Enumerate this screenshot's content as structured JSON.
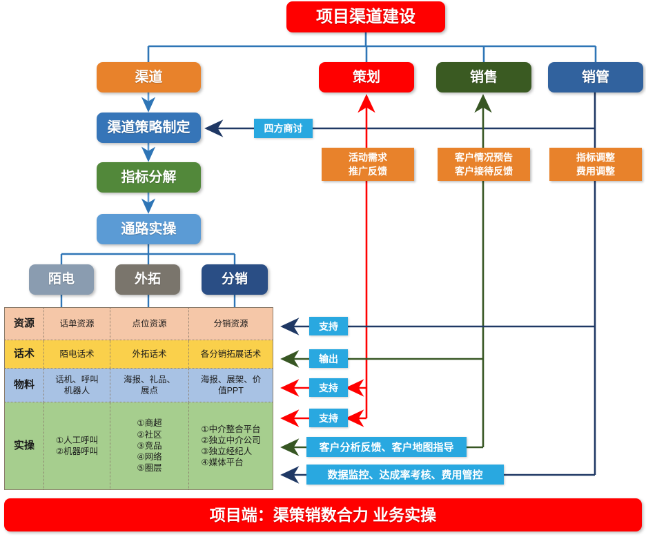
{
  "title": {
    "text": "项目渠道建设"
  },
  "footer": {
    "text": "项目端：渠策销数合力 业务实操"
  },
  "top_nodes": [
    {
      "key": "qudao",
      "label": "渠道",
      "color": "#E8822B"
    },
    {
      "key": "cehua",
      "label": "策划",
      "color": "#FF0000"
    },
    {
      "key": "xiaoshou",
      "label": "销售",
      "color": "#3A5A22"
    },
    {
      "key": "xiaoguan",
      "label": "销管",
      "color": "#31629E"
    }
  ],
  "flow_nodes": [
    {
      "key": "celue",
      "label": "渠道策略制定",
      "color": "#3675B8"
    },
    {
      "key": "zhibiao",
      "label": "指标分解",
      "color": "#52883A"
    },
    {
      "key": "tonglu",
      "label": "通路实操",
      "color": "#5B9BD5"
    }
  ],
  "channel_nodes": [
    {
      "key": "modian",
      "label": "陌电",
      "color": "#8A9CB0"
    },
    {
      "key": "waituo",
      "label": "外拓",
      "color": "#7A756C"
    },
    {
      "key": "fenxiao",
      "label": "分销",
      "color": "#2A4E85"
    }
  ],
  "matrix": {
    "rows": [
      {
        "key": "ziyuan",
        "header": "资源",
        "cells": [
          "话单资源",
          "点位资源",
          "分销资源"
        ],
        "bg": "#F5C7A8"
      },
      {
        "key": "huashu",
        "header": "话术",
        "cells": [
          "陌电话术",
          "外拓话术",
          "各分销拓展话术"
        ],
        "bg": "#FAD04B"
      },
      {
        "key": "wuliao",
        "header": "物料",
        "cells": [
          "话机、呼叫\n机器人",
          "海报、礼品、\n展点",
          "海报、展架、价\n值PPT"
        ],
        "bg": "#A8C2E4"
      },
      {
        "key": "shicao",
        "header": "实操",
        "cells": [
          "①人工呼叫\n②机器呼叫",
          "①商超\n②社区\n③竞品\n④网络\n⑤圈层",
          "①中介整合平台\n②独立中介公司\n③独立经纪人\n④媒体平台"
        ],
        "bg": "#A6CE8E"
      }
    ]
  },
  "callouts": [
    {
      "key": "cehua",
      "text": "活动需求\n推广反馈",
      "color": "#E8822B"
    },
    {
      "key": "xiaoshou",
      "text": "客户情况预告\n客户接待反馈",
      "color": "#E8822B"
    },
    {
      "key": "xiaoguan",
      "text": "指标调整\n费用调整",
      "color": "#E8822B"
    }
  ],
  "cyan_labels": [
    {
      "key": "sifang",
      "text": "四方商讨"
    },
    {
      "key": "zhichi-1",
      "text": "支持"
    },
    {
      "key": "shuchu",
      "text": "输出"
    },
    {
      "key": "zhichi-2",
      "text": "支持"
    },
    {
      "key": "zhichi-3",
      "text": "支持"
    },
    {
      "key": "kehufenxi",
      "text": "客户分析反馈、客户地图指导"
    },
    {
      "key": "shuju",
      "text": "数据监控、达成率考核、费用管控"
    }
  ],
  "colors": {
    "connector_blue": "#2E75B6",
    "navy": "#1F3864",
    "red": "#FF0000",
    "dark_green": "#375623",
    "cyan": "#29A8E0",
    "orange": "#E8822B"
  }
}
